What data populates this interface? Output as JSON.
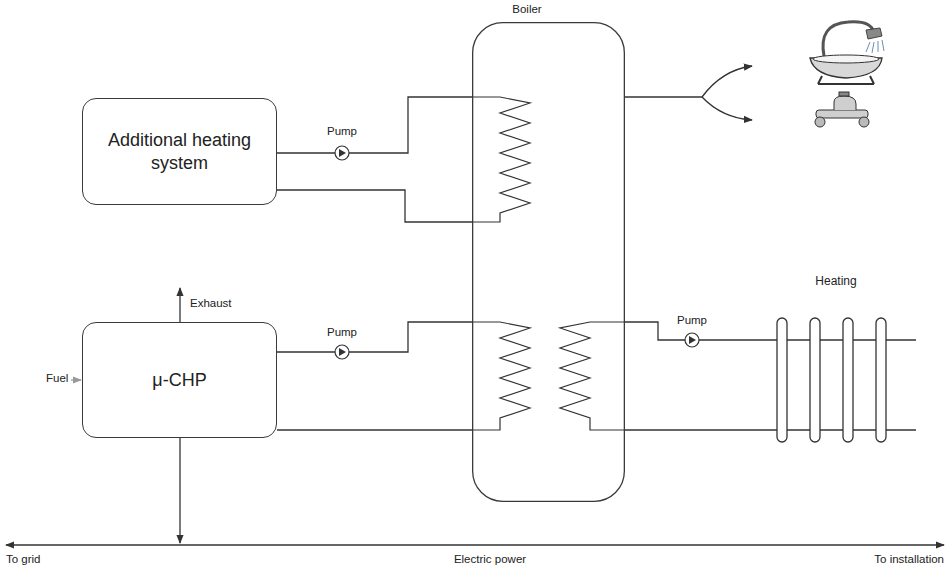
{
  "diagram": {
    "nodes": [
      {
        "text": [
          "Additional heating system"
        ]
      },
      {
        "text": [
          "μ-CHP"
        ]
      },
      {
        "text": [
          "Boiler"
        ]
      },
      {
        "text": [
          "Heating"
        ]
      }
    ],
    "edges": [
      {
        "from": 0,
        "to": 2,
        "arrow": "none"
      },
      {
        "from": 0,
        "to": 2,
        "arrow": "none"
      },
      {
        "from": 1,
        "to": 2,
        "arrow": "none"
      },
      {
        "from": 1,
        "to": 2,
        "arrow": "none"
      },
      {
        "from": 2,
        "to": 3,
        "arrow": "none"
      },
      {
        "from": 2,
        "to": 3,
        "arrow": "none"
      }
    ],
    "labels": [
      "Pump",
      "Pump",
      "Exhaust",
      "Fuel",
      "Pump",
      "To grid",
      "Electric power",
      "To installation"
    ]
  }
}
